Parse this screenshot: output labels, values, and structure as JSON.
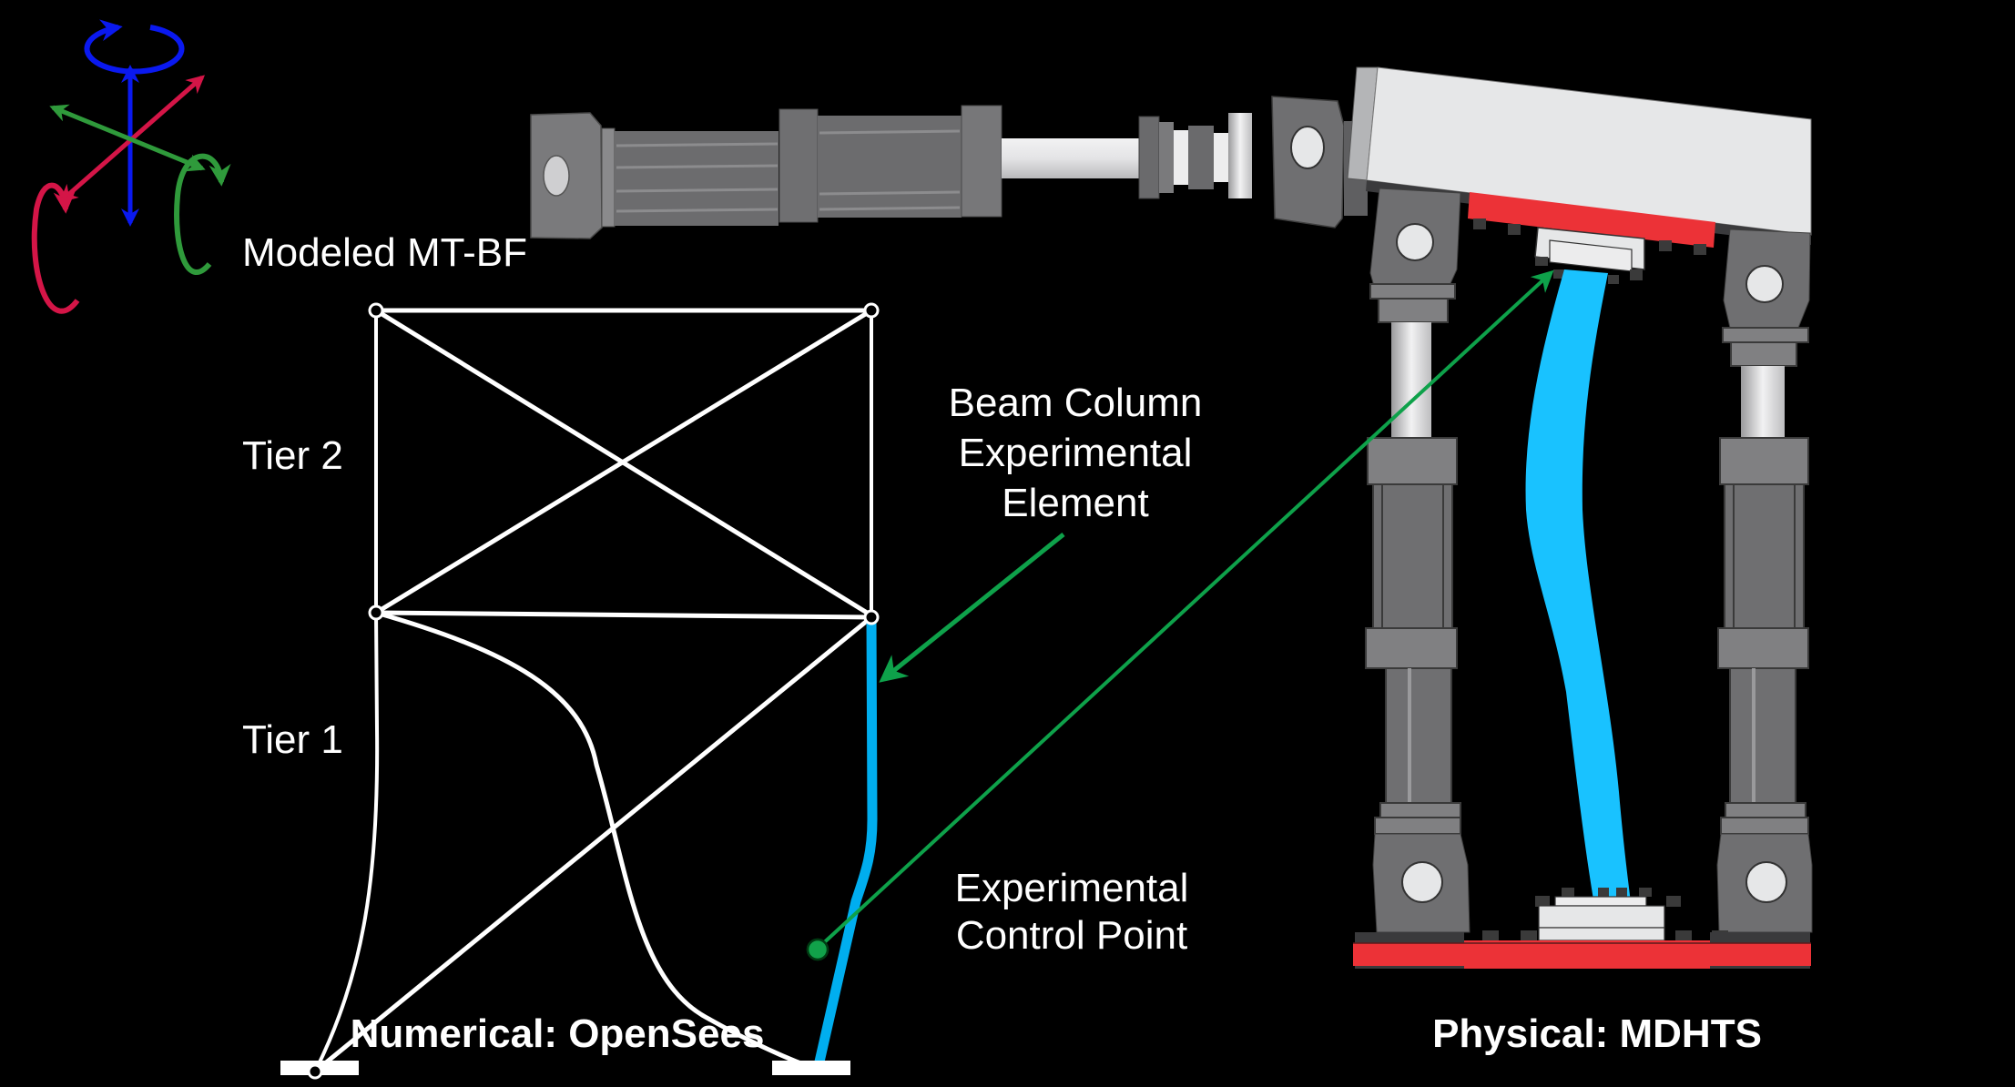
{
  "labels": {
    "model_title": "Modeled MT-BF",
    "tier_2": "Tier 2",
    "tier_1": "Tier 1",
    "element_callout": [
      "Beam Column",
      "Experimental",
      "Element"
    ],
    "control_point_callout": [
      "Experimental",
      "Control Point"
    ],
    "numerical_caption": "Numerical: OpenSees",
    "physical_caption": "Physical: MDHTS"
  },
  "axes_legend": {
    "icon": "6-dof-axes-icon",
    "translations": [
      "x-axis",
      "y-axis",
      "z-axis"
    ],
    "rotations": [
      "rx",
      "ry",
      "rz"
    ],
    "colors": {
      "x": "#d41547",
      "y": "#2f9a3b",
      "z": "#0a19f0"
    }
  },
  "colors": {
    "background": "#000000",
    "frame": "#ffffff",
    "experimental_element": "#00aeef",
    "specimen": "#19c2ff",
    "callout_arrow": "#0ea14a",
    "control_point": "#11a24a",
    "plate_red": "#ec3237",
    "crosshead": "#e6e7e8"
  }
}
